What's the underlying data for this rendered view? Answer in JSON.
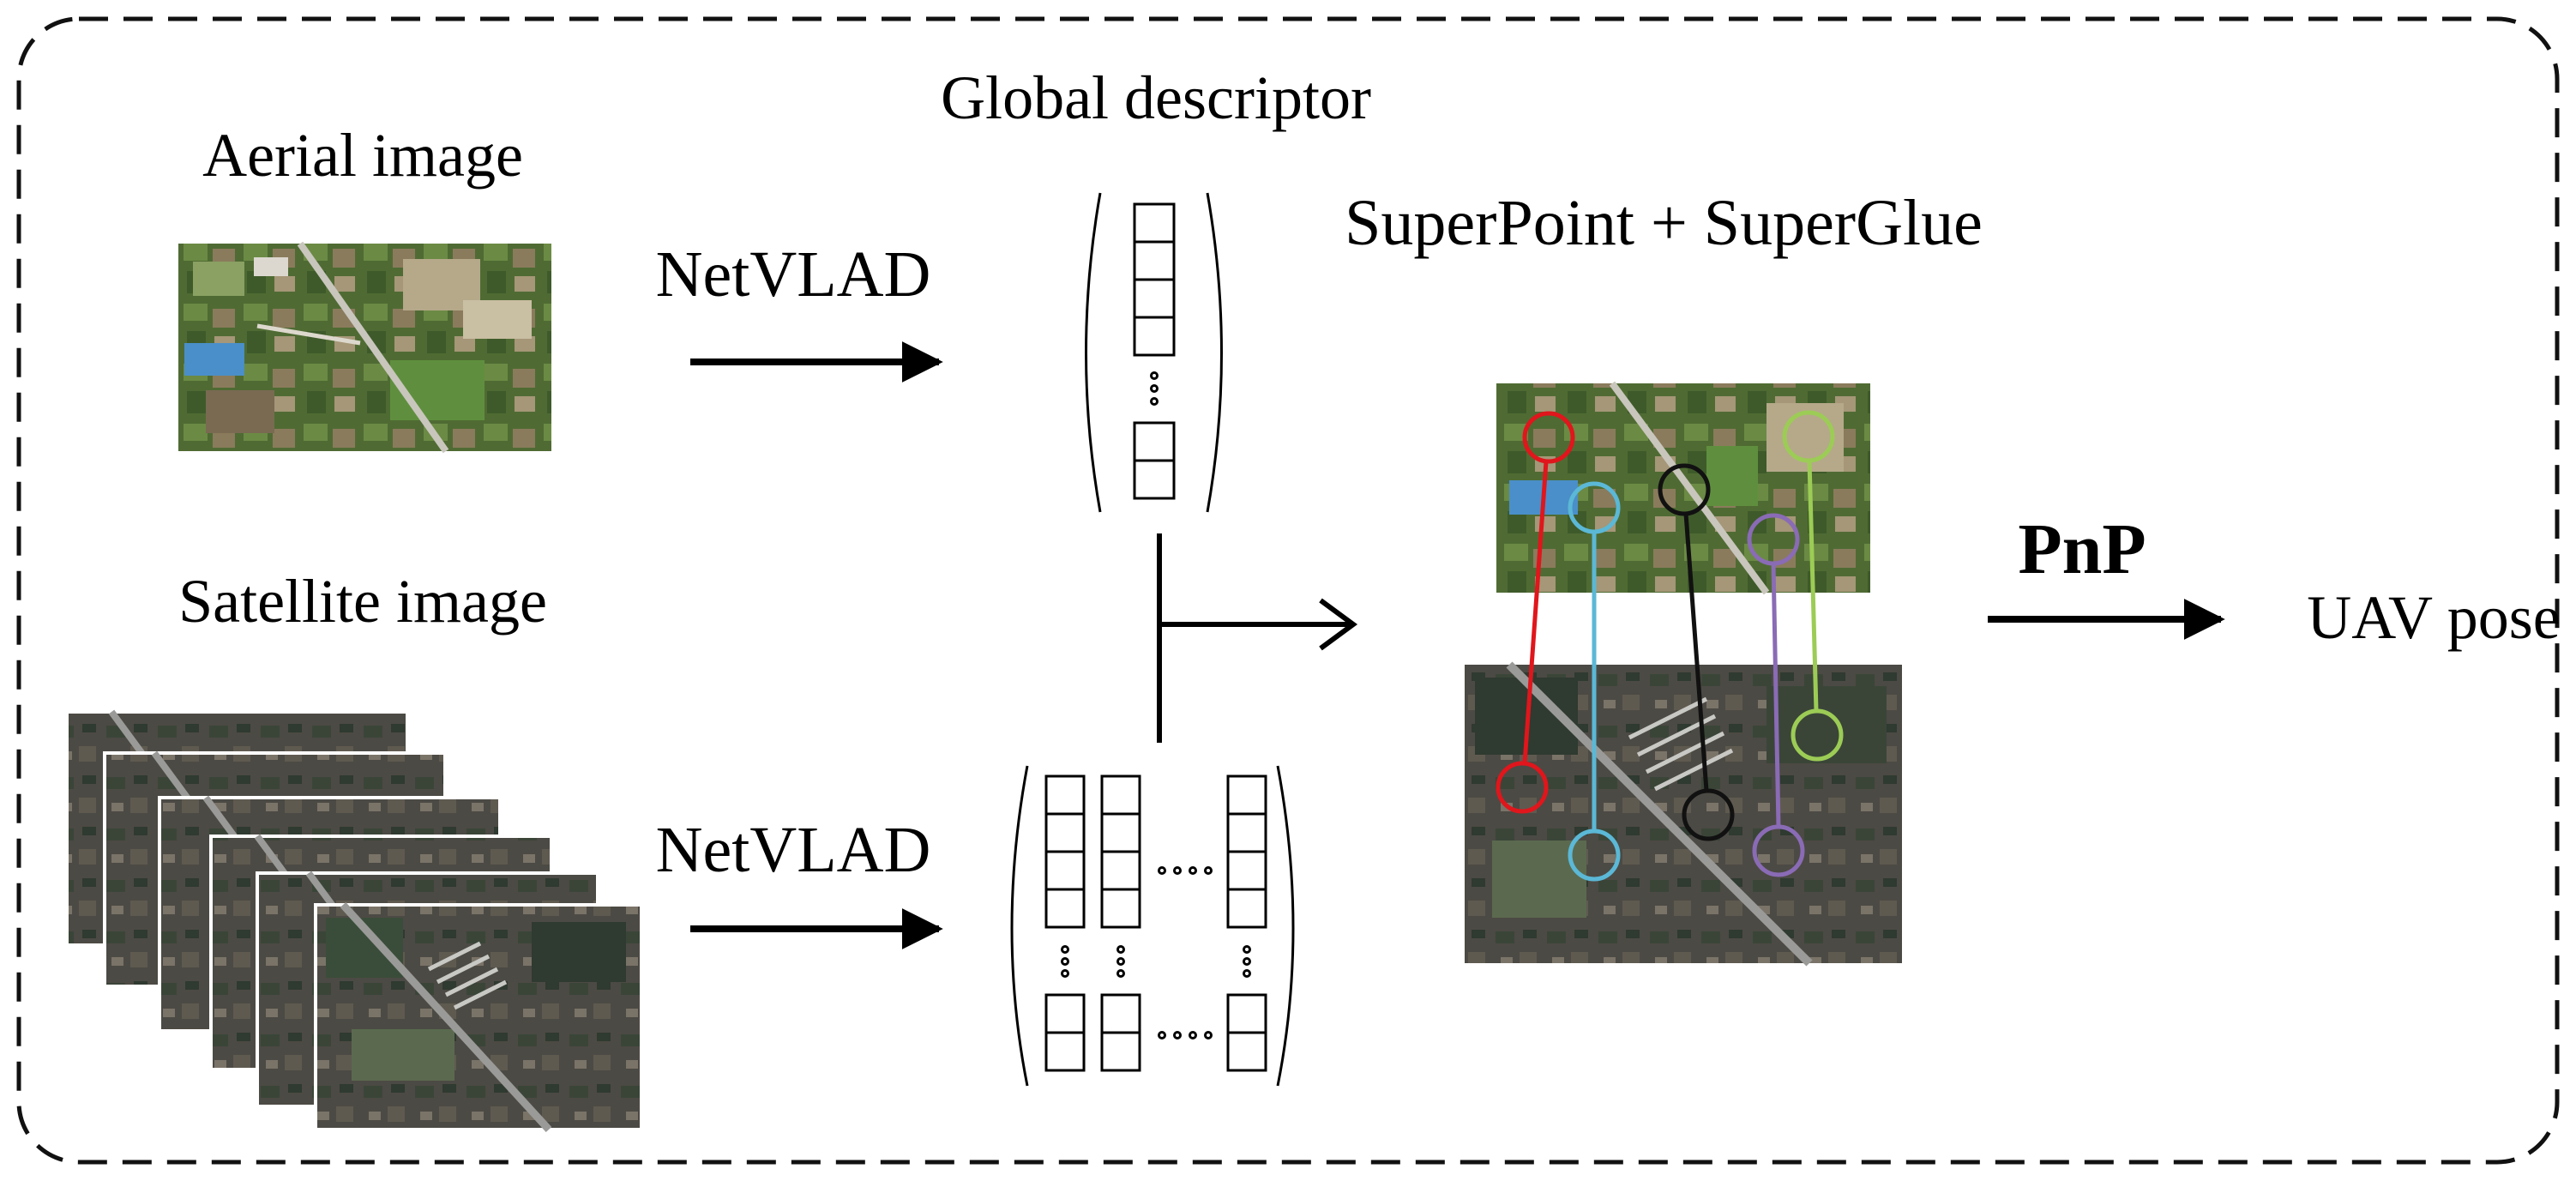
{
  "labels": {
    "aerial_image": "Aerial image",
    "satellite_image": "Satellite image",
    "global_descriptor": "Global descriptor",
    "netvlad_top": "NetVLAD",
    "netvlad_bottom": "NetVLAD",
    "superpoint_superglue": "SuperPoint + SuperGlue",
    "pnp": "PnP",
    "uav_pose": "UAV pose"
  },
  "match_colors": {
    "red": "#e0161c",
    "cyan": "#5bb8d6",
    "black": "#111111",
    "purple": "#8a6bb5",
    "green": "#9ccc55"
  },
  "palette": {
    "aerial_base": "#4f6b33",
    "aerial_field_light": "#b5a98a",
    "aerial_field_green": "#5f8f3e",
    "aerial_roof_blue": "#4a8fc9",
    "satellite_base": "#4c4a44",
    "satellite_field_dark": "#2f3a30",
    "satellite_road": "#9a9a98"
  }
}
